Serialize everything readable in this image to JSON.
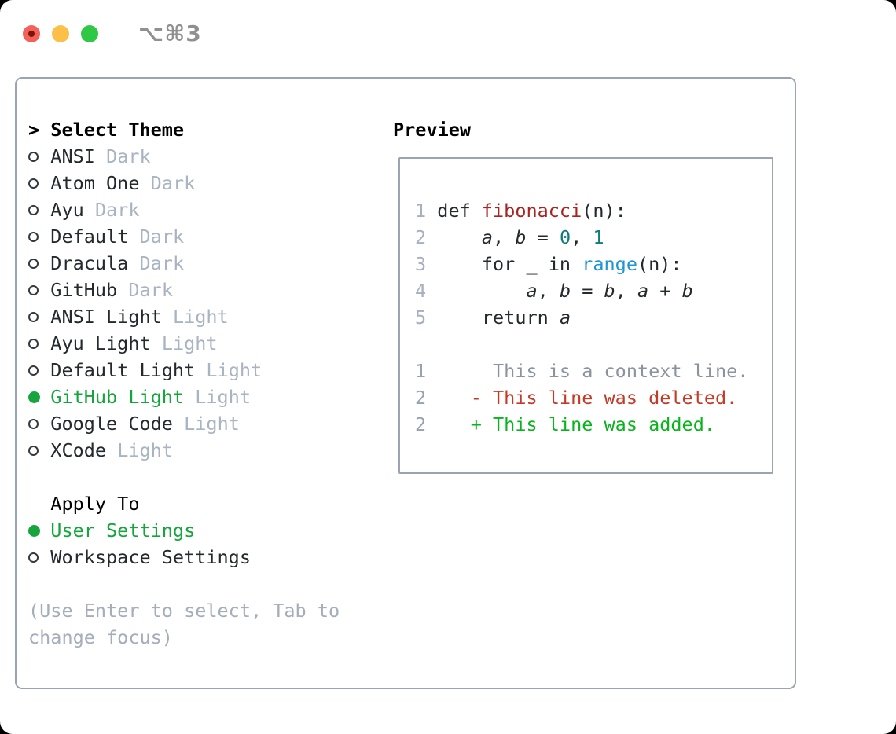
{
  "window": {
    "title": "⌥⌘3"
  },
  "theme_picker": {
    "header": {
      "prompt": ">",
      "label": "Select Theme"
    },
    "themes": [
      {
        "name": "ANSI",
        "variant": "Dark",
        "selected": false
      },
      {
        "name": "Atom One",
        "variant": "Dark",
        "selected": false
      },
      {
        "name": "Ayu",
        "variant": "Dark",
        "selected": false
      },
      {
        "name": "Default",
        "variant": "Dark",
        "selected": false
      },
      {
        "name": "Dracula",
        "variant": "Dark",
        "selected": false
      },
      {
        "name": "GitHub",
        "variant": "Dark",
        "selected": false
      },
      {
        "name": "ANSI Light",
        "variant": "Light",
        "selected": false
      },
      {
        "name": "Ayu Light",
        "variant": "Light",
        "selected": false
      },
      {
        "name": "Default Light",
        "variant": "Light",
        "selected": false
      },
      {
        "name": "GitHub Light",
        "variant": "Light",
        "selected": true
      },
      {
        "name": "Google Code",
        "variant": "Light",
        "selected": false
      },
      {
        "name": "XCode",
        "variant": "Light",
        "selected": false
      }
    ],
    "apply_to": {
      "label": "Apply To",
      "options": [
        {
          "name": "User Settings",
          "selected": true
        },
        {
          "name": "Workspace Settings",
          "selected": false
        }
      ]
    },
    "help": "(Use Enter to select, Tab to change focus)"
  },
  "preview": {
    "label": "Preview",
    "lines": [
      {
        "num": "1",
        "nc": "",
        "tokens": [
          [
            "def ",
            "p"
          ],
          [
            "fibonacci",
            "f"
          ],
          [
            "(n):",
            "p"
          ]
        ]
      },
      {
        "num": "2",
        "nc": "",
        "tokens": [
          [
            "    ",
            "p"
          ],
          [
            "a",
            "v"
          ],
          [
            ", ",
            "p"
          ],
          [
            "b",
            "v"
          ],
          [
            " = ",
            "p"
          ],
          [
            "0",
            "n"
          ],
          [
            ", ",
            "p"
          ],
          [
            "1",
            "n"
          ]
        ]
      },
      {
        "num": "3",
        "nc": "",
        "tokens": [
          [
            "    for _ in ",
            "p"
          ],
          [
            "range",
            "b"
          ],
          [
            "(n):",
            "p"
          ]
        ]
      },
      {
        "num": "4",
        "nc": "",
        "tokens": [
          [
            "        ",
            "p"
          ],
          [
            "a",
            "v"
          ],
          [
            ", ",
            "p"
          ],
          [
            "b",
            "v"
          ],
          [
            " = ",
            "p"
          ],
          [
            "b",
            "v"
          ],
          [
            ", ",
            "p"
          ],
          [
            "a",
            "v"
          ],
          [
            " + ",
            "p"
          ],
          [
            "b",
            "v"
          ]
        ]
      },
      {
        "num": "5",
        "nc": "",
        "tokens": [
          [
            "    return ",
            "p"
          ],
          [
            "a",
            "v"
          ]
        ]
      },
      {
        "blank": true
      },
      {
        "num": "1",
        "nc": "dln",
        "tokens": [
          [
            "     This is a context line.",
            "c"
          ]
        ]
      },
      {
        "num": "2",
        "nc": "dln",
        "tokens": [
          [
            "   - This line was deleted.",
            "d"
          ]
        ]
      },
      {
        "num": "2",
        "nc": "dln",
        "tokens": [
          [
            "   + This line was added.",
            "a"
          ]
        ]
      }
    ]
  },
  "colors": {
    "ui_green": "#15a53c",
    "muted_tag": "#a9b4c2",
    "panel_border": "#9aa5b1",
    "code_function_red": "#a82420",
    "code_number_teal": "#0e7d78",
    "code_builtin_blue": "#1e96d1",
    "diff_deleted_red": "#c43a26",
    "diff_added_green": "#0ab41f",
    "traffic_red": "#f2625a",
    "traffic_yellow": "#fcbf47",
    "traffic_green": "#2fc844"
  }
}
